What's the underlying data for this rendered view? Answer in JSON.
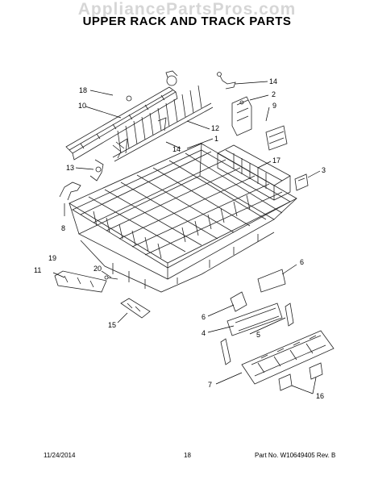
{
  "watermark": "AppliancePartsPros.com",
  "title": "UPPER RACK AND TRACK PARTS",
  "footer": {
    "date": "11/24/2014",
    "page": "18",
    "part_no": "Part No.  W10649405  Rev. B"
  },
  "callouts": {
    "c1": "1",
    "c2": "2",
    "c3": "3",
    "c4": "4",
    "c5": "5",
    "c6a": "6",
    "c6b": "6",
    "c7": "7",
    "c8": "8",
    "c9": "9",
    "c10": "10",
    "c11": "11",
    "c12": "12",
    "c13": "13",
    "c14a": "14",
    "c14b": "14",
    "c15": "15",
    "c16": "16",
    "c17": "17",
    "c18": "18",
    "c19": "19",
    "c20": "20"
  }
}
